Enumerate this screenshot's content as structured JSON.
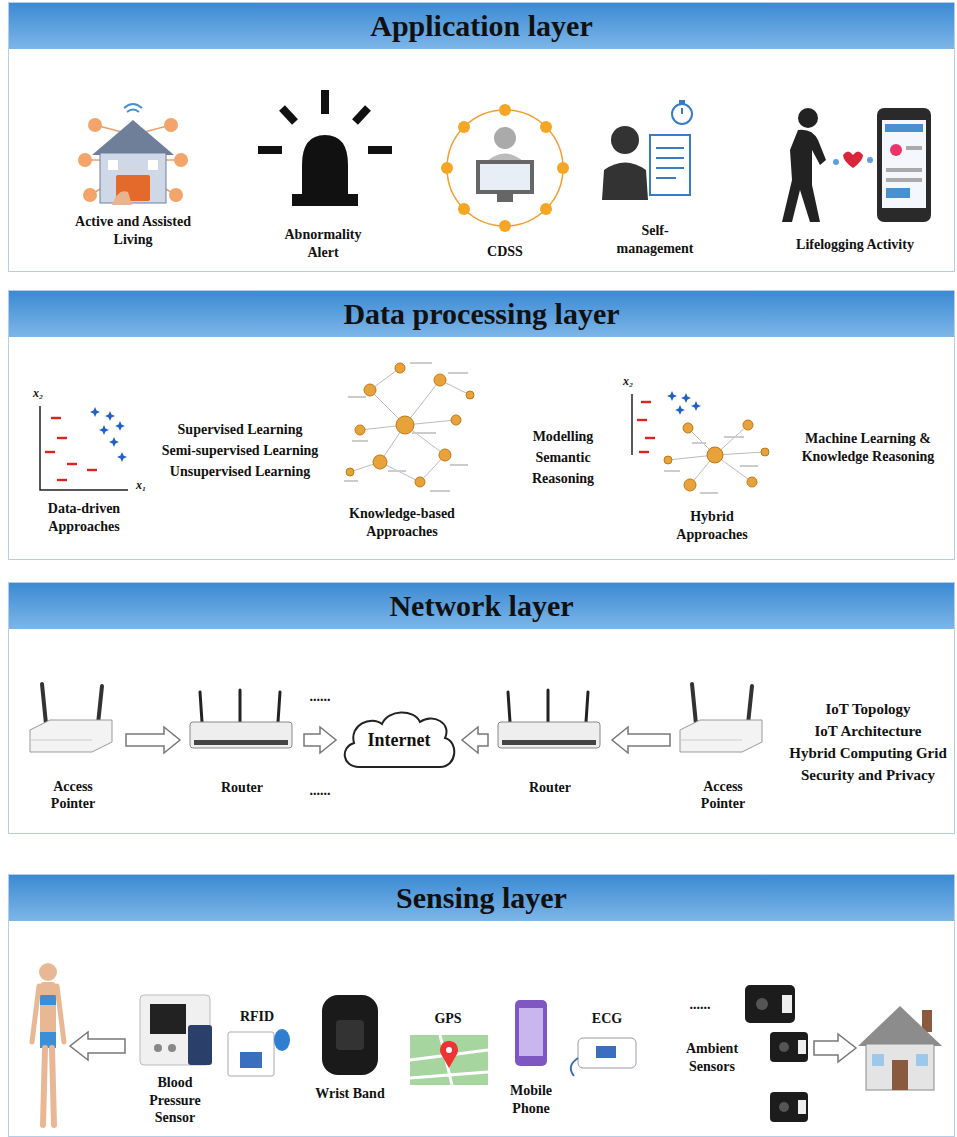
{
  "diagram": {
    "nodes": [
      {
        "text": [
          "Application layer"
        ]
      },
      {
        "text": [
          "Data processing layer"
        ]
      },
      {
        "text": [
          "Network layer"
        ]
      },
      {
        "text": [
          "Access Pointer"
        ],
        "in": 2
      },
      {
        "text": [
          "Router"
        ],
        "in": 2
      },
      {
        "text": [
          "Internet"
        ],
        "in": 2
      },
      {
        "text": [
          "Router"
        ],
        "in": 2
      },
      {
        "text": [
          "Access Pointer"
        ],
        "in": 2
      },
      {
        "text": [
          "Sensing layer"
        ]
      }
    ],
    "edges": [
      {
        "from": 3,
        "to": 4,
        "arrow": "to"
      },
      {
        "from": 4,
        "to": 5,
        "arrow": "to"
      },
      {
        "from": 6,
        "to": 5,
        "arrow": "to"
      },
      {
        "from": 7,
        "to": 6,
        "arrow": "to"
      }
    ],
    "labels": [
      "Active and Assisted Living",
      "Abnormality Alert",
      "CDSS",
      "Self-management",
      "Lifelogging Activity",
      "x₂",
      "x₁",
      "Supervised Learning",
      "Semi-supervised Learning",
      "Unsupervised Learning",
      "Data-driven Approaches",
      "Knowledge-based Approaches",
      "Modelling",
      "Semantic",
      "Reasoning",
      "x₂",
      "Hybrid Approaches",
      "Machine Learning & Knowledge Reasoning",
      "......",
      "......",
      "IoT Topology",
      "IoT Architecture",
      "Hybrid Computing Grid",
      "Security and Privacy",
      "Blood Pressure Sensor",
      "RFID",
      "Wrist Band",
      "GPS",
      "Mobile Phone",
      "ECG",
      "......",
      "Ambient Sensors"
    ]
  }
}
